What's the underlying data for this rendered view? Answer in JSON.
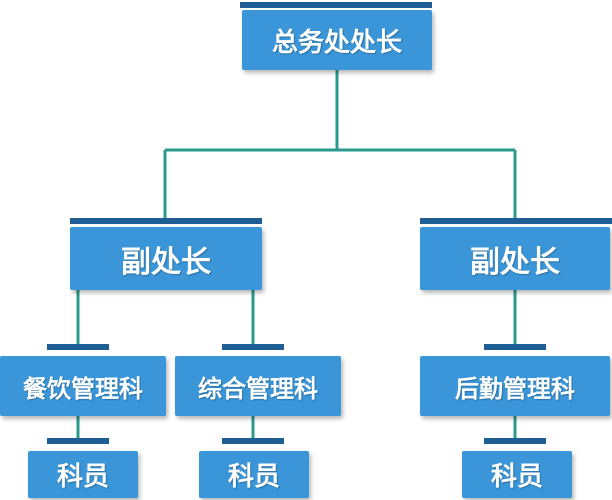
{
  "org_chart": {
    "colors": {
      "box": "#3a96d8",
      "cap": "#1f5e94",
      "line": "#2a9a8e"
    },
    "root": "总务处处长",
    "deputy_left": "副处长",
    "deputy_right": "副处长",
    "dept_catering": "餐饮管理科",
    "dept_general": "综合管理科",
    "dept_logistics": "后勤管理科",
    "staff_catering": "科员",
    "staff_general": "科员",
    "staff_logistics": "科员"
  }
}
